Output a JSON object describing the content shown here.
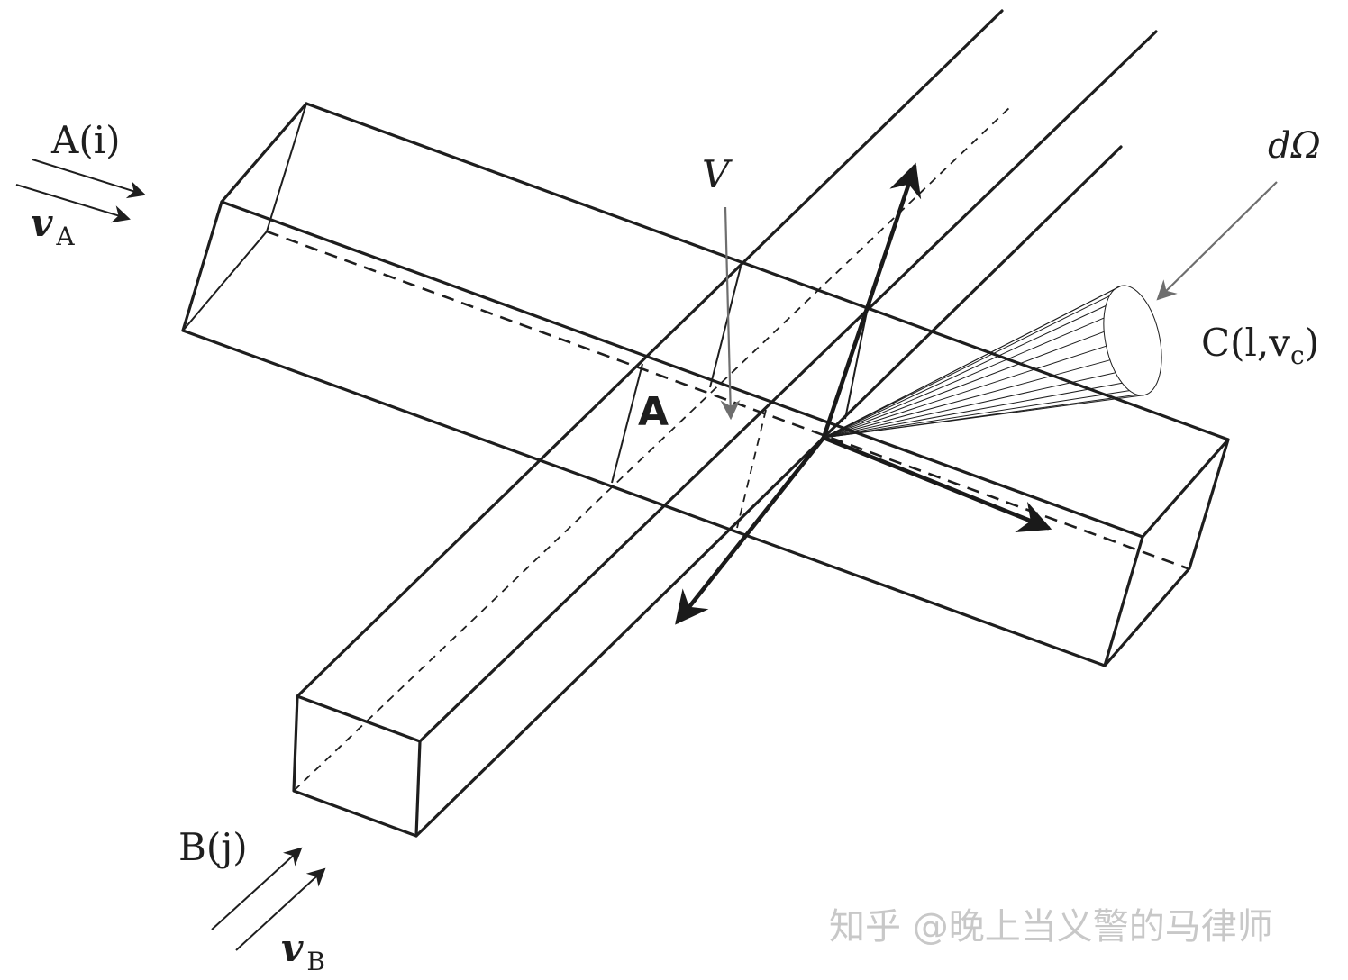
{
  "labels": {
    "beam_a": "A(i)",
    "velocity_a": "v",
    "velocity_a_sub": "A",
    "beam_b": "B(j)",
    "velocity_b": "v",
    "velocity_b_sub": "B",
    "volume": "V",
    "area": "A",
    "solid_angle": "dΩ",
    "product": "C(l,v",
    "product_sub": "c",
    "product_close": ")"
  },
  "watermark": "知乎 @晚上当义警的马律师"
}
